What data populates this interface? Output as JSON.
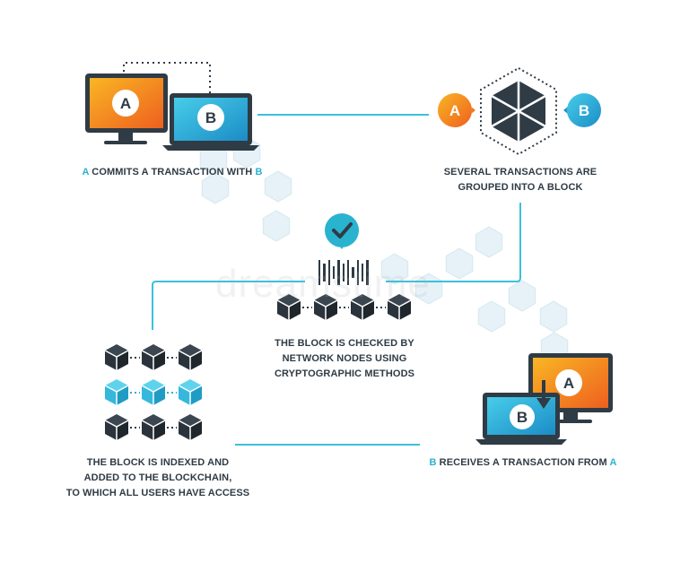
{
  "captions": {
    "step1": {
      "pre": "A",
      "text": " COMMITS A TRANSACTION WITH ",
      "post": "B"
    },
    "step2": {
      "line1": "SEVERAL TRANSACTIONS ARE",
      "line2": "GROUPED INTO A BLOCK"
    },
    "step3": {
      "line1": "THE BLOCK IS CHECKED BY",
      "line2": "NETWORK NODES USING",
      "line3": "CRYPTOGRAPHIC METHODS"
    },
    "step4": {
      "line1": "THE BLOCK IS INDEXED AND",
      "line2": "ADDED TO THE BLOCKCHAIN,",
      "line3": "TO WHICH ALL USERS HAVE ACCESS"
    },
    "step5": {
      "pre": "B",
      "text": " RECEIVES A TRANSACTION FROM ",
      "post": "A"
    }
  },
  "node_labels": {
    "a": "A",
    "b": "B"
  },
  "watermark": "dreamstime",
  "colors": {
    "accent": "#29b3cf",
    "orange_start": "#f7a21b",
    "orange_end": "#ef6b1e",
    "blue_start": "#3fc6e6",
    "blue_end": "#1e95c9",
    "dark": "#2f3b45",
    "hex_fill": "#e3f1f7"
  }
}
